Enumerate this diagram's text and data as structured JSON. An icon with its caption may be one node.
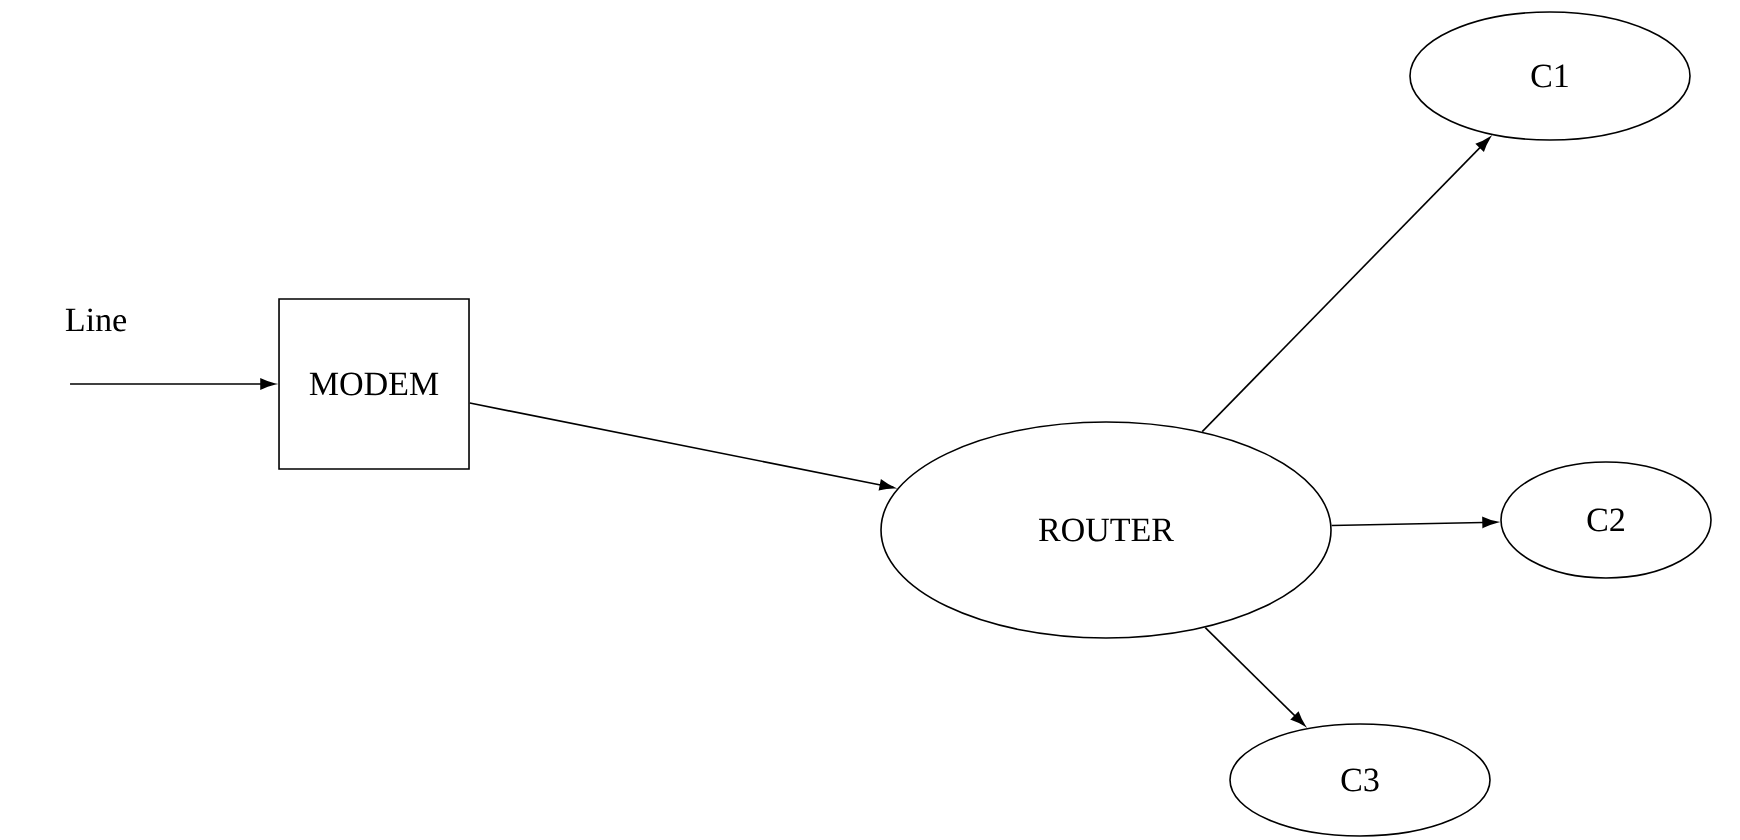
{
  "diagram": {
    "nodes": [
      {
        "text": [
          "MODEM"
        ]
      },
      {
        "text": [
          "ROUTER"
        ]
      },
      {
        "text": [
          "C1"
        ]
      },
      {
        "text": [
          "C2"
        ]
      },
      {
        "text": [
          "C3"
        ]
      }
    ],
    "edges": [
      {
        "from": null,
        "to": 0,
        "arrow": "to"
      },
      {
        "from": 0,
        "to": 1,
        "arrow": "to"
      },
      {
        "from": 1,
        "to": 2,
        "arrow": "to"
      },
      {
        "from": 1,
        "to": 3,
        "arrow": "to"
      },
      {
        "from": 1,
        "to": 4,
        "arrow": "to"
      }
    ],
    "labels": [
      "Line"
    ]
  }
}
